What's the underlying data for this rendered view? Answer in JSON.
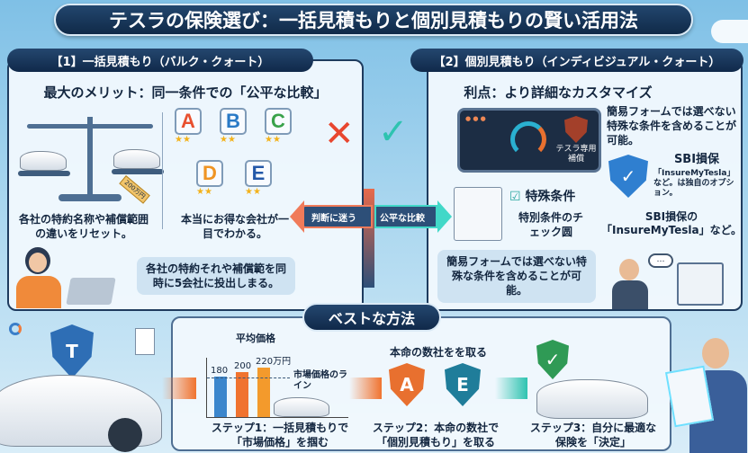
{
  "title": "テスラの保険選び：一括見積もりと個別見積もりの賢い活用法",
  "left": {
    "header": "【1】一括見積もり（バルク・クォート）",
    "subtitle": "最大のメリット：同一条件での「公平な比較」",
    "scale_price_tag": "200万円",
    "scale_caption": "各社の特約名称や補償範囲の違いをリセット。",
    "companies": [
      {
        "letter": "A",
        "color": "#e8502f"
      },
      {
        "letter": "B",
        "color": "#2a7ac6"
      },
      {
        "letter": "C",
        "color": "#3aa24a"
      },
      {
        "letter": "D",
        "color": "#ef9423"
      },
      {
        "letter": "E",
        "color": "#2358a8"
      }
    ],
    "companies_caption": "本当にお得な会社が一目でわかる。",
    "bubble": "各社の特約それや補償範を同時に5会社に投出しまる。"
  },
  "center": {
    "cross_icon": "cross-icon",
    "check_icon": "check-icon",
    "left_arrow_label": "判断に迷う",
    "right_arrow_label": "公平な比較",
    "cross_color": "#e8462f",
    "check_color": "#2ec3b0"
  },
  "right": {
    "header": "【2】個別見積もり（インディビジュアル・クォート）",
    "subtitle": "利点：より詳細なカスタマイズ",
    "dashboard_badge": "テスラ専用補償",
    "desc": "簡易フォームでは選べない特殊な条件を含めることが可能。",
    "special_title": "特殊条件",
    "special_sub": "特別条件のチェック圆",
    "sbi_title": "SBI損保",
    "sbi_desc": "「InsureMyTesla」など。は独自のオプション。",
    "sbi_line1": "SBI損保の",
    "sbi_line2": "「InsureMyTesla」など。",
    "bubble": "簡易フォームでは選べない特殊な条件を含めることが可能。"
  },
  "best": {
    "label": "ベストな方法",
    "chart": {
      "title": "平均価格",
      "values": [
        180,
        200,
        220
      ],
      "labels": [
        "180",
        "200",
        "220万円"
      ],
      "colors": [
        "#3b86cc",
        "#f0732f",
        "#f39a2c"
      ],
      "market_line_label": "市場価格のライン"
    },
    "step2_top": "本命の数社をを取る",
    "step2_shields": [
      "A",
      "E"
    ],
    "steps": [
      {
        "line1": "ステップ1：一括見積もりで",
        "line2": "「市場価格」を掴む"
      },
      {
        "line1": "ステップ2：本命の数社で",
        "line2": "「個別見積もり」を取る"
      },
      {
        "line1": "ステップ3：自分に最適な",
        "line2": "保険を「決定」"
      }
    ]
  }
}
